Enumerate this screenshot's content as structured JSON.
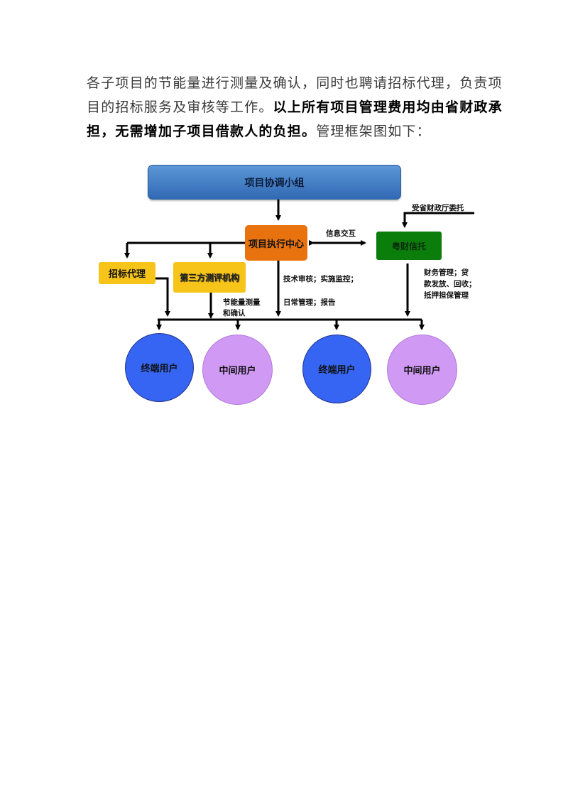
{
  "paragraph": {
    "line1": "各子项目的节能量进行测量及确认，同时也聘请招标代理，负责项",
    "line2_plain": "目的招标服务及审核等工作。",
    "line2_bold": "以上所有项目管理费用均由省财政承",
    "line3_bold": "担，无需增加子项目借款人的负担。",
    "line3_plain": "管理框架图如下："
  },
  "diagram": {
    "coordination_group": "项目协调小组",
    "execution_center": "项目执行中心",
    "provincial_trust": "粤财信托",
    "bidding_agent": "招标代理",
    "third_party": "第三方测评机构",
    "entrusted_label": "受省财政厅委托",
    "info_exchange_label": "信息交互",
    "tech_review_label": "技术审核；实施监控；",
    "daily_mgmt_label": "日常管理；报告",
    "energy_measure_label_1": "节能量测量",
    "energy_measure_label_2": "和确认",
    "finance_label_1": "财务管理；贷",
    "finance_label_2": "款发放、回收；",
    "finance_label_3": "抵押担保管理",
    "end_user_1": "终端用户",
    "middle_user_1": "中间用户",
    "end_user_2": "终端用户",
    "middle_user_2": "中间用户"
  }
}
